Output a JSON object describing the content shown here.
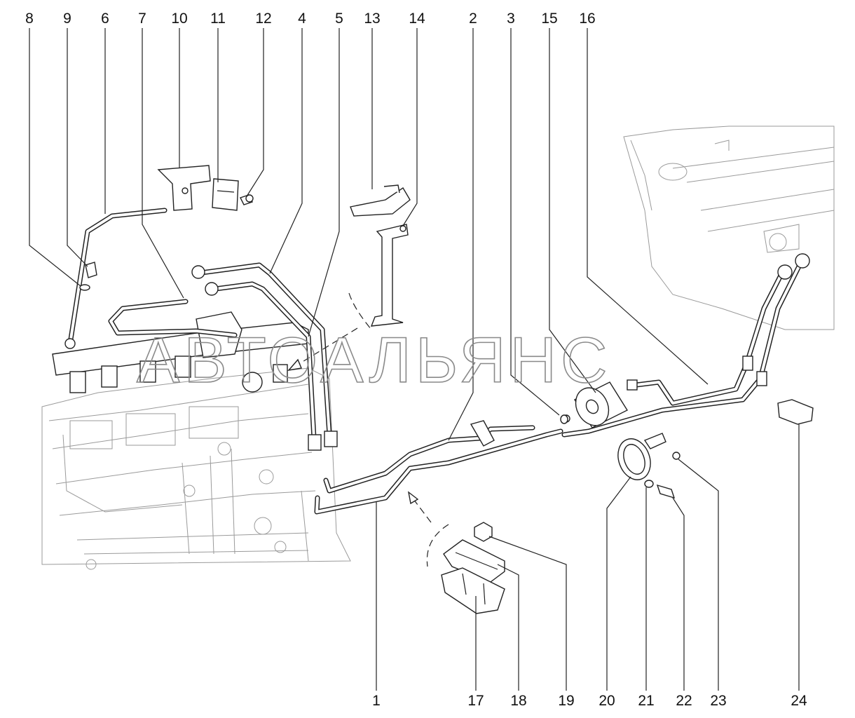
{
  "watermark": "АВТОАЛЬЯНС",
  "callouts": [
    {
      "id": "8",
      "label": "8"
    },
    {
      "id": "9",
      "label": "9"
    },
    {
      "id": "6",
      "label": "6"
    },
    {
      "id": "7",
      "label": "7"
    },
    {
      "id": "10",
      "label": "10"
    },
    {
      "id": "11",
      "label": "11"
    },
    {
      "id": "12",
      "label": "12"
    },
    {
      "id": "4",
      "label": "4"
    },
    {
      "id": "5",
      "label": "5"
    },
    {
      "id": "13",
      "label": "13"
    },
    {
      "id": "14",
      "label": "14"
    },
    {
      "id": "2",
      "label": "2"
    },
    {
      "id": "3",
      "label": "3"
    },
    {
      "id": "15",
      "label": "15"
    },
    {
      "id": "16",
      "label": "16"
    },
    {
      "id": "1",
      "label": "1"
    },
    {
      "id": "17",
      "label": "17"
    },
    {
      "id": "18",
      "label": "18"
    },
    {
      "id": "19",
      "label": "19"
    },
    {
      "id": "20",
      "label": "20"
    },
    {
      "id": "21",
      "label": "21"
    },
    {
      "id": "22",
      "label": "22"
    },
    {
      "id": "23",
      "label": "23"
    },
    {
      "id": "24",
      "label": "24"
    }
  ]
}
